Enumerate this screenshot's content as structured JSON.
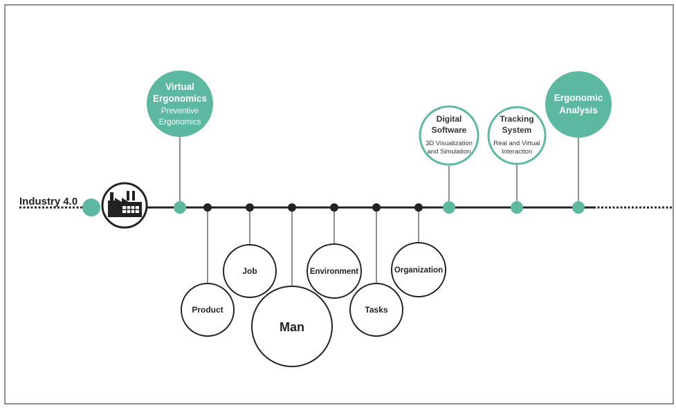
{
  "timeline": {
    "start_label": "Industry 4.0"
  },
  "colors": {
    "teal": "#5cb8a1",
    "dark": "#222222",
    "frame": "#444444"
  },
  "icons": {
    "start_icon": "factory-icon"
  },
  "upper_nodes": {
    "virtual_ergonomics": {
      "title_line1": "Virtual",
      "title_line2": "Ergonomics",
      "sub_line1": "Preventive",
      "sub_line2": "Ergonomics"
    },
    "digital_software": {
      "title_line1": "Digital",
      "title_line2": "Software",
      "sub_line1": "3D Visualization",
      "sub_line2": "and Simulation"
    },
    "tracking_system": {
      "title_line1": "Tracking",
      "title_line2": "System",
      "sub_line1": "Real and Virtual",
      "sub_line2": "Interaction"
    },
    "ergonomic_analysis": {
      "title_line1": "Ergonomic",
      "title_line2": "Analysis"
    }
  },
  "lower_nodes": {
    "product": "Product",
    "job": "Job",
    "man": "Man",
    "environment": "Environment",
    "tasks": "Tasks",
    "organization": "Organization"
  }
}
